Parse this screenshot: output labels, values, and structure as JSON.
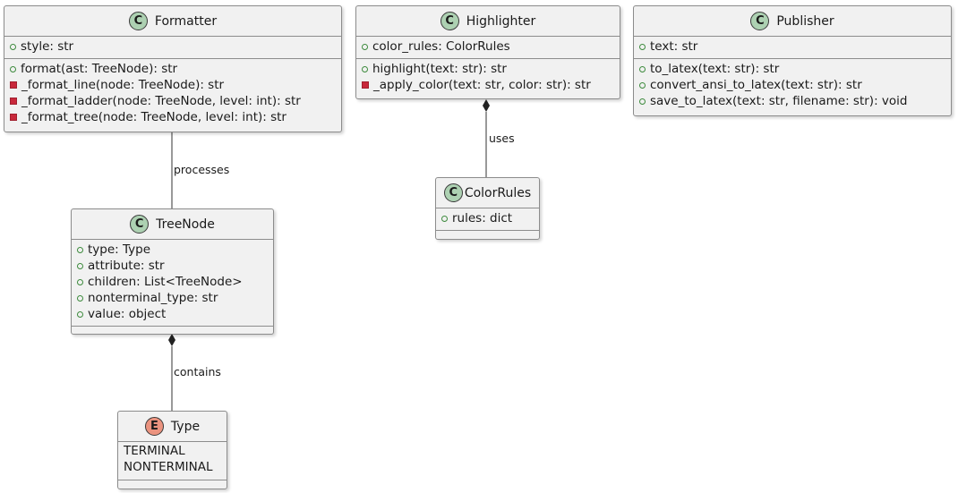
{
  "classes": {
    "formatter": {
      "badge": "C",
      "name": "Formatter",
      "attributes": [
        {
          "vis": "+",
          "text": "style: str"
        }
      ],
      "methods": [
        {
          "vis": "+",
          "text": "format(ast: TreeNode): str"
        },
        {
          "vis": "-",
          "text": "_format_line(node: TreeNode): str"
        },
        {
          "vis": "-",
          "text": "_format_ladder(node: TreeNode, level: int): str"
        },
        {
          "vis": "-",
          "text": "_format_tree(node: TreeNode, level: int): str"
        }
      ]
    },
    "highlighter": {
      "badge": "C",
      "name": "Highlighter",
      "attributes": [
        {
          "vis": "+",
          "text": "color_rules: ColorRules"
        }
      ],
      "methods": [
        {
          "vis": "+",
          "text": "highlight(text: str): str"
        },
        {
          "vis": "-",
          "text": "_apply_color(text: str, color: str): str"
        }
      ]
    },
    "publisher": {
      "badge": "C",
      "name": "Publisher",
      "attributes": [
        {
          "vis": "+",
          "text": "text: str"
        }
      ],
      "methods": [
        {
          "vis": "+",
          "text": "to_latex(text: str): str"
        },
        {
          "vis": "+",
          "text": "convert_ansi_to_latex(text: str): str"
        },
        {
          "vis": "+",
          "text": "save_to_latex(text: str, filename: str): void"
        }
      ]
    },
    "colorrules": {
      "badge": "C",
      "name": "ColorRules",
      "attributes": [
        {
          "vis": "+",
          "text": "rules: dict"
        }
      ],
      "methods": []
    },
    "treenode": {
      "badge": "C",
      "name": "TreeNode",
      "attributes": [
        {
          "vis": "+",
          "text": "type: Type"
        },
        {
          "vis": "+",
          "text": "attribute: str"
        },
        {
          "vis": "+",
          "text": "children: List<TreeNode>"
        },
        {
          "vis": "+",
          "text": "nonterminal_type: str"
        },
        {
          "vis": "+",
          "text": "value: object"
        }
      ],
      "methods": []
    },
    "type": {
      "badge": "E",
      "name": "Type",
      "literals": [
        "TERMINAL",
        "NONTERMINAL"
      ]
    }
  },
  "relations": {
    "processes": "processes",
    "uses": "uses",
    "contains": "contains"
  },
  "colors": {
    "class_badge": "#add1b2",
    "enum_badge": "#eb937f",
    "box_fill": "#f1f1f1",
    "border": "#8c8c8c",
    "public": "#3c8a3c",
    "private": "#c8283b"
  }
}
